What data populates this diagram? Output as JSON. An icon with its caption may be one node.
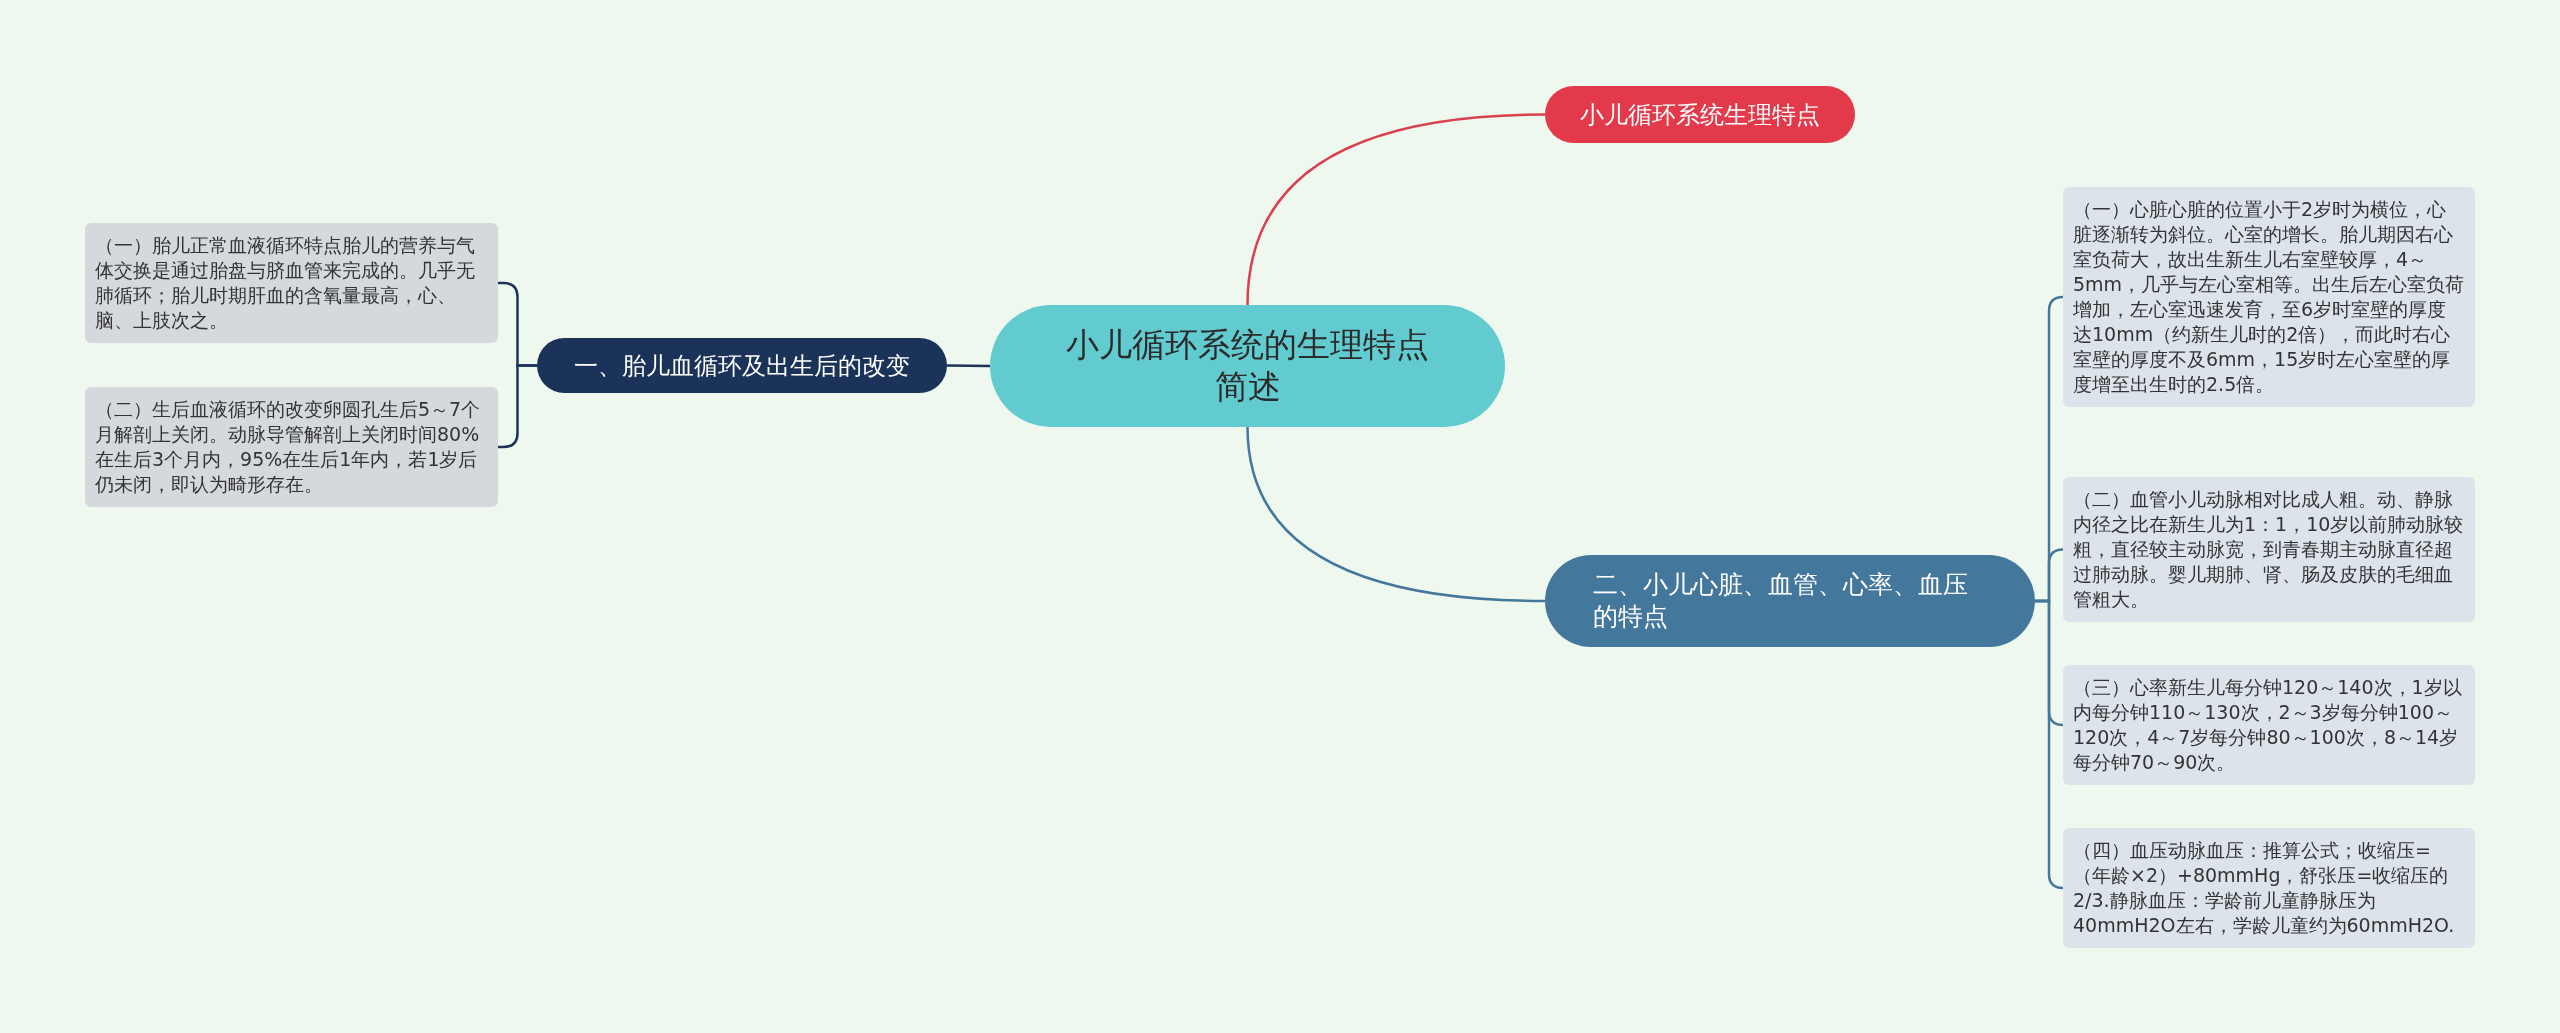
{
  "diagram": {
    "nodes": [
      {
        "text": [
          "小儿循环系统的生理特点简述"
        ]
      },
      {
        "text": [
          "小儿循环系统生理特点"
        ]
      },
      {
        "text": [
          "一、胎儿血循环及出生后的改变"
        ]
      },
      {
        "text": [
          "（一）胎儿正常血液循环特点胎儿的营养与气体交换是通过胎盘与脐血管来完成的。几乎无肺循环；胎儿时期肝血的含氧量最高，心、脑、上肢次之。"
        ]
      },
      {
        "text": [
          "（二）生后血液循环的改变卵圆孔生后5～7个月解剖上关闭。动脉导管解剖上关闭时间80%在生后3个月内，95%在生后1年内，若1岁后仍未闭，即认为畸形存在。"
        ]
      },
      {
        "text": [
          "二、小儿心脏、血管、心率、血压的特点"
        ]
      },
      {
        "text": [
          "（一）心脏心脏的位置小于2岁时为横位，心脏逐渐转为斜位。心室的增长。胎儿期因右心室负荷大，故出生新生儿右室壁较厚，4～5mm，几乎与左心室相等。出生后左心室负荷增加，左心室迅速发育，至6岁时室壁的厚度达10mm（约新生儿时的2倍），而此时右心室壁的厚度不及6mm，15岁时左心室壁的厚度增至出生时的2.5倍。"
        ]
      },
      {
        "text": [
          "（二）血管小儿动脉相对比成人粗。动、静脉内径之比在新生儿为1：1，10岁以前肺动脉较粗，直径较主动脉宽，到青春期主动脉直径超过肺动脉。婴儿期肺、肾、肠及皮肤的毛细血管粗大。"
        ]
      },
      {
        "text": [
          "（三）心率新生儿每分钟120～140次，1岁以内每分钟110～130次，2～3岁每分钟100～120次，4～7岁每分钟80～100次，8～14岁每分钟70～90次。"
        ]
      },
      {
        "text": [
          "（四）血压动脉血压：推算公式；收缩压=（年龄×2）+80mmHg，舒张压=收缩压的2/3.静脉血压：学龄前儿童静脉压为40mmH2O左右，学龄儿童约为60mmH2O."
        ]
      }
    ],
    "edges": [
      {
        "from": 0,
        "to": 1,
        "arrow": "none",
        "color": "#d9414f"
      },
      {
        "from": 0,
        "to": 2,
        "arrow": "none",
        "color": "#1b3358"
      },
      {
        "from": 2,
        "to": 3,
        "arrow": "none",
        "color": "#1b3358"
      },
      {
        "from": 2,
        "to": 4,
        "arrow": "none",
        "color": "#1b3358"
      },
      {
        "from": 0,
        "to": 5,
        "arrow": "none"
      },
      {
        "from": 5,
        "to": 6,
        "arrow": "none"
      },
      {
        "from": 5,
        "to": 7,
        "arrow": "none"
      },
      {
        "from": 5,
        "to": 8,
        "arrow": "none"
      },
      {
        "from": 5,
        "to": 9,
        "arrow": "none"
      }
    ]
  }
}
